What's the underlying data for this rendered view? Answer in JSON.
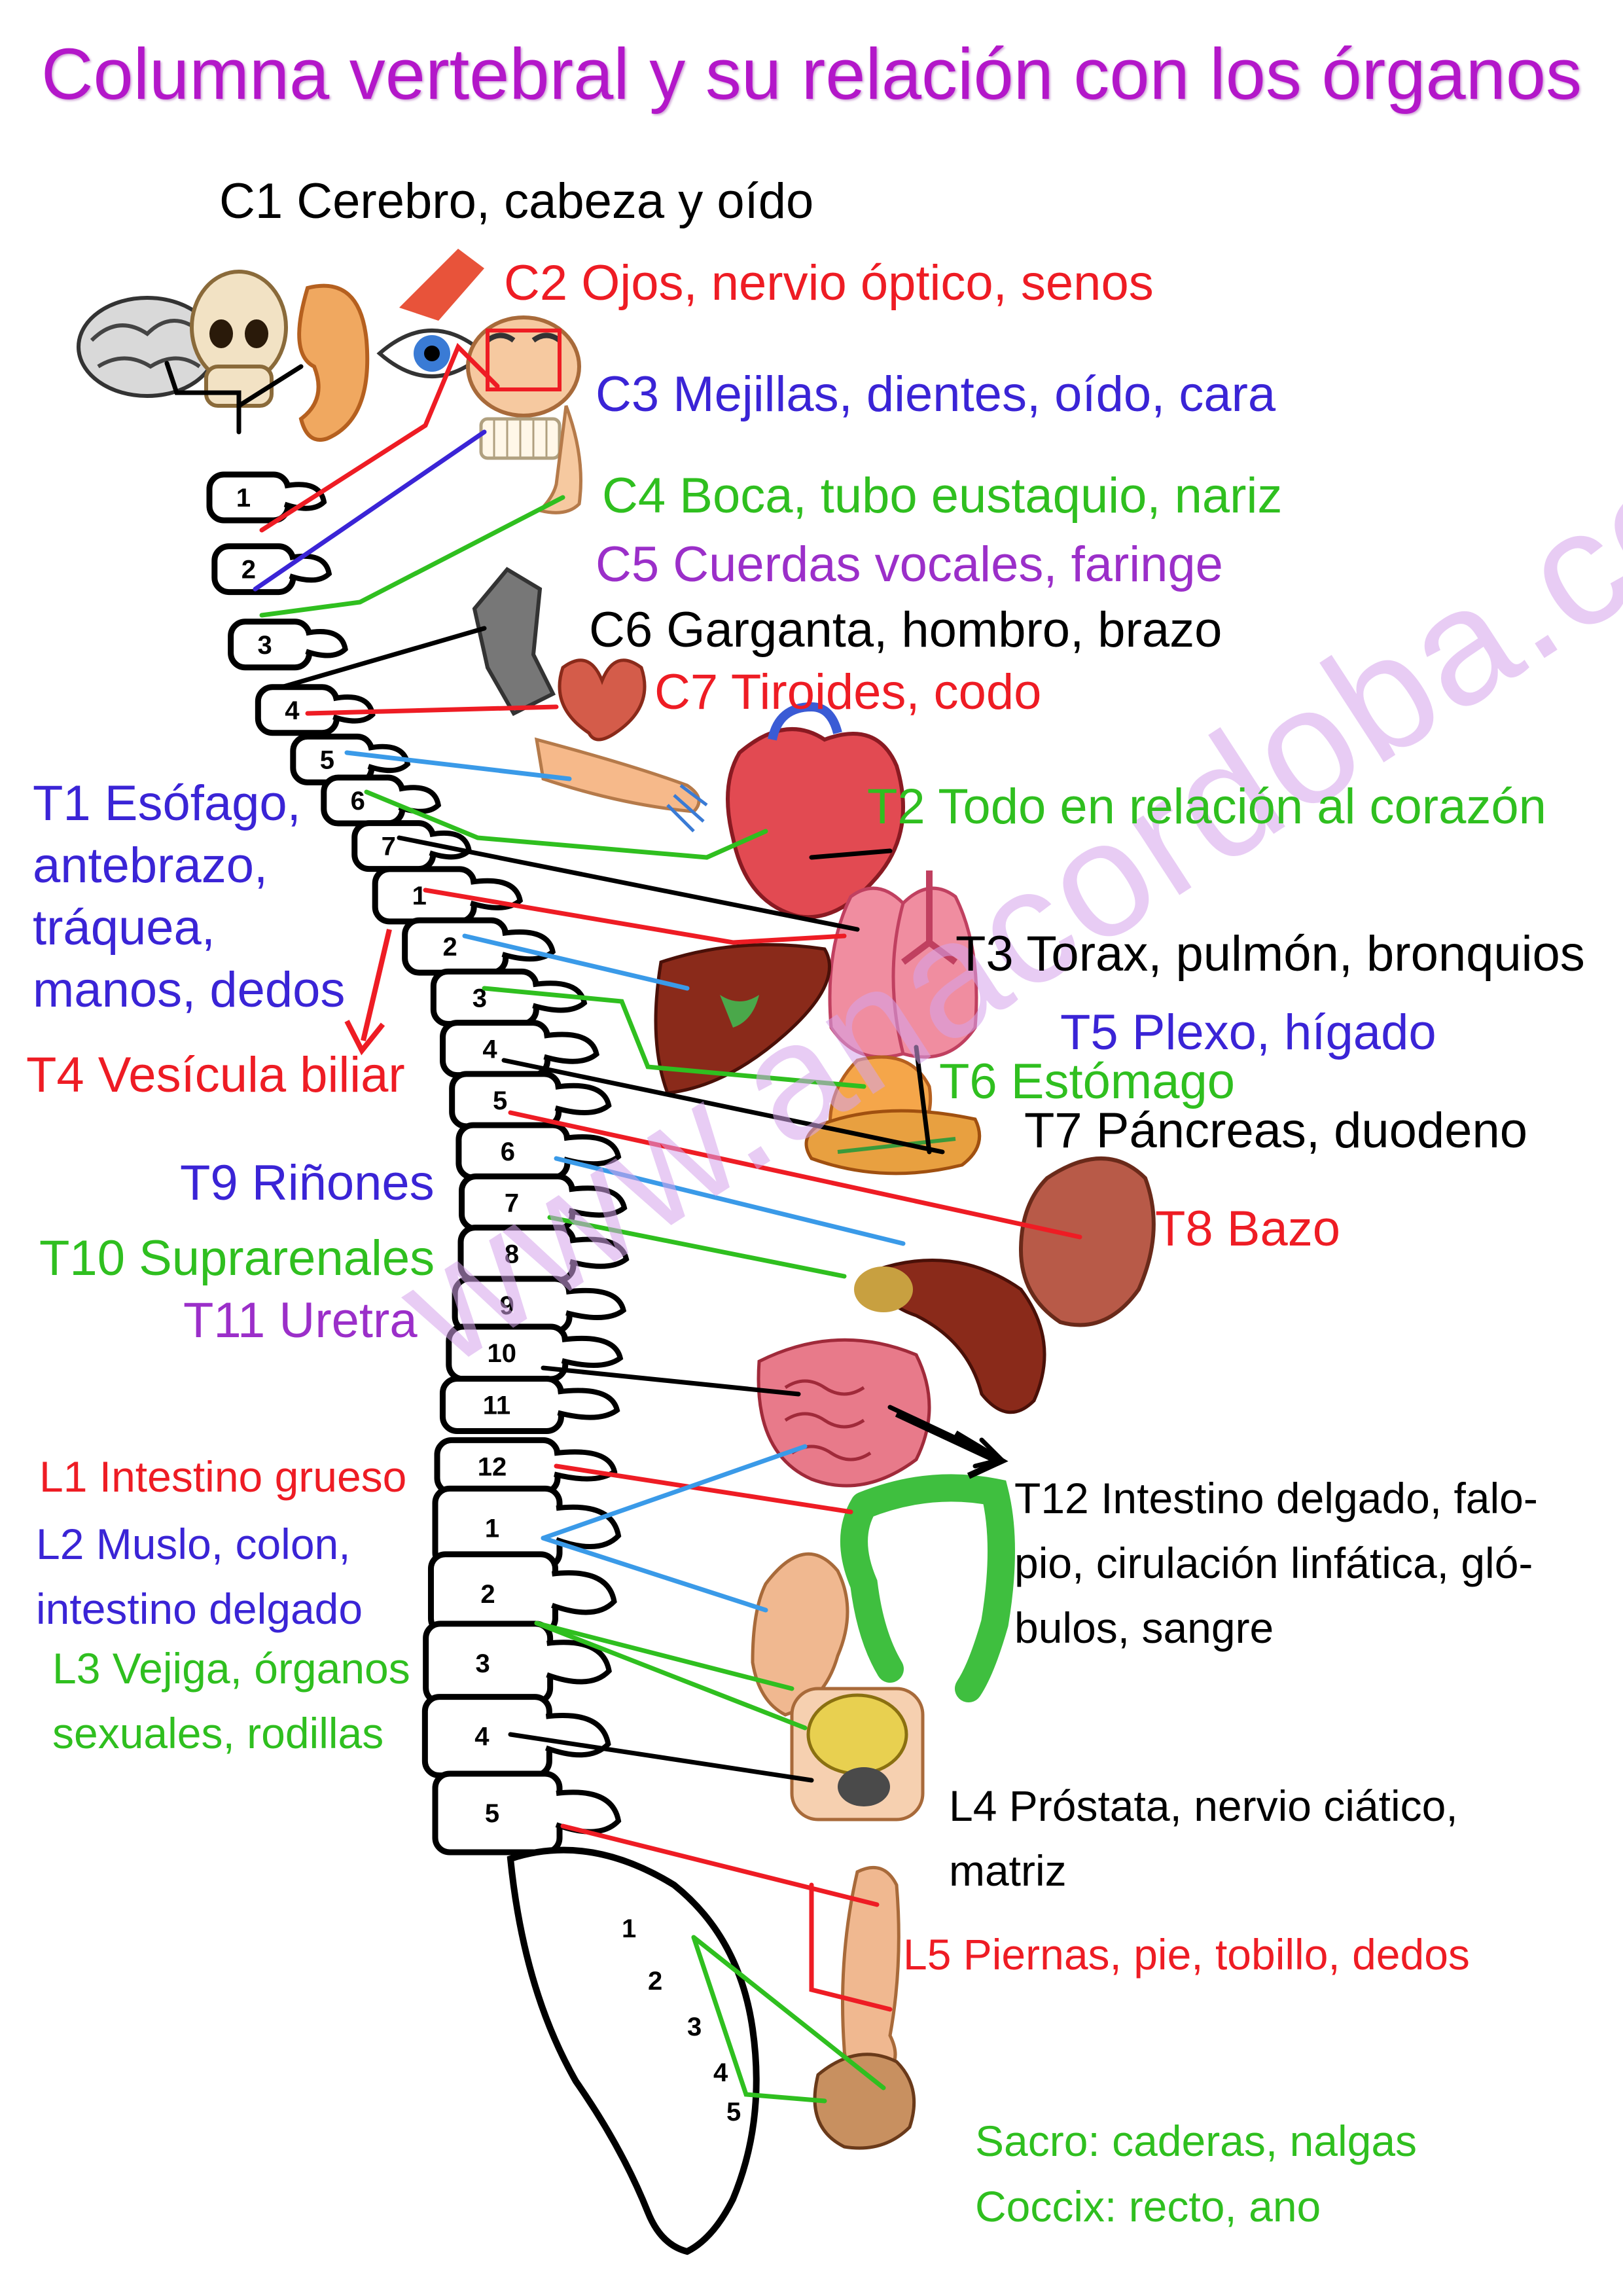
{
  "title": "Columna vertebral y su relación con los órganos",
  "watermark": "www.anacordoba.com",
  "colors": {
    "black": "#000000",
    "red": "#ee1c24",
    "blue": "#3a24d6",
    "green": "#2fbf1f",
    "purple": "#9b2fc9",
    "title": "#b317c9"
  },
  "labels": {
    "c1": "C1 Cerebro, cabeza y oído",
    "c2": "C2 Ojos, nervio óptico, senos",
    "c3": "C3 Mejillas, dientes, oído, cara",
    "c4": "C4 Boca, tubo eustaquio, nariz",
    "c5": "C5 Cuerdas vocales, faringe",
    "c6": "C6 Garganta, hombro, brazo",
    "c7": "C7 Tiroides, codo",
    "t1": [
      "T1 Esófago,",
      "antebrazo,",
      "tráquea,",
      "manos, dedos"
    ],
    "t2": "T2 Todo en relación al corazón",
    "t3": "T3 Torax, pulmón, bronquios",
    "t4": "T4 Vesícula biliar",
    "t5": "T5 Plexo, hígado",
    "t6": "T6 Estómago",
    "t7": "T7 Páncreas, duodeno",
    "t8": "T8 Bazo",
    "t9": "T9 Riñones",
    "t10": "T10 Suprarenales",
    "t11": "T11 Uretra",
    "t12": [
      "T12 Intestino delgado, falo-",
      "pio, cirulación linfática, gló-",
      "bulos, sangre"
    ],
    "l1": "L1 Intestino grueso",
    "l2": [
      "L2 Muslo, colon,",
      "intestino delgado"
    ],
    "l3": [
      "L3 Vejiga, órganos",
      "sexuales, rodillas"
    ],
    "l4": [
      "L4 Próstata, nervio ciático,",
      "matriz"
    ],
    "l5": "L5 Piernas, pie, tobillo, dedos",
    "sacro": "Sacro: caderas, nalgas",
    "coccix": "Coccix: recto, ano"
  },
  "vertebra_numbers": {
    "cervical": [
      "1",
      "2",
      "3",
      "4",
      "5",
      "6",
      "7"
    ],
    "thoracic": [
      "1",
      "2",
      "3",
      "4",
      "5",
      "6",
      "7",
      "8",
      "9",
      "10",
      "11",
      "12"
    ],
    "lumbar": [
      "1",
      "2",
      "3",
      "4",
      "5"
    ],
    "sacral": [
      "1",
      "2",
      "3",
      "4",
      "5"
    ]
  },
  "organs": [
    "brain",
    "skull",
    "ear",
    "eye",
    "face",
    "teeth",
    "nose",
    "shoulder",
    "thyroid",
    "arm",
    "heart",
    "lungs",
    "liver",
    "stomach",
    "pancreas",
    "spleen",
    "kidney",
    "small-intestine",
    "large-intestine",
    "thigh",
    "bladder",
    "prostate",
    "leg",
    "pelvis"
  ]
}
